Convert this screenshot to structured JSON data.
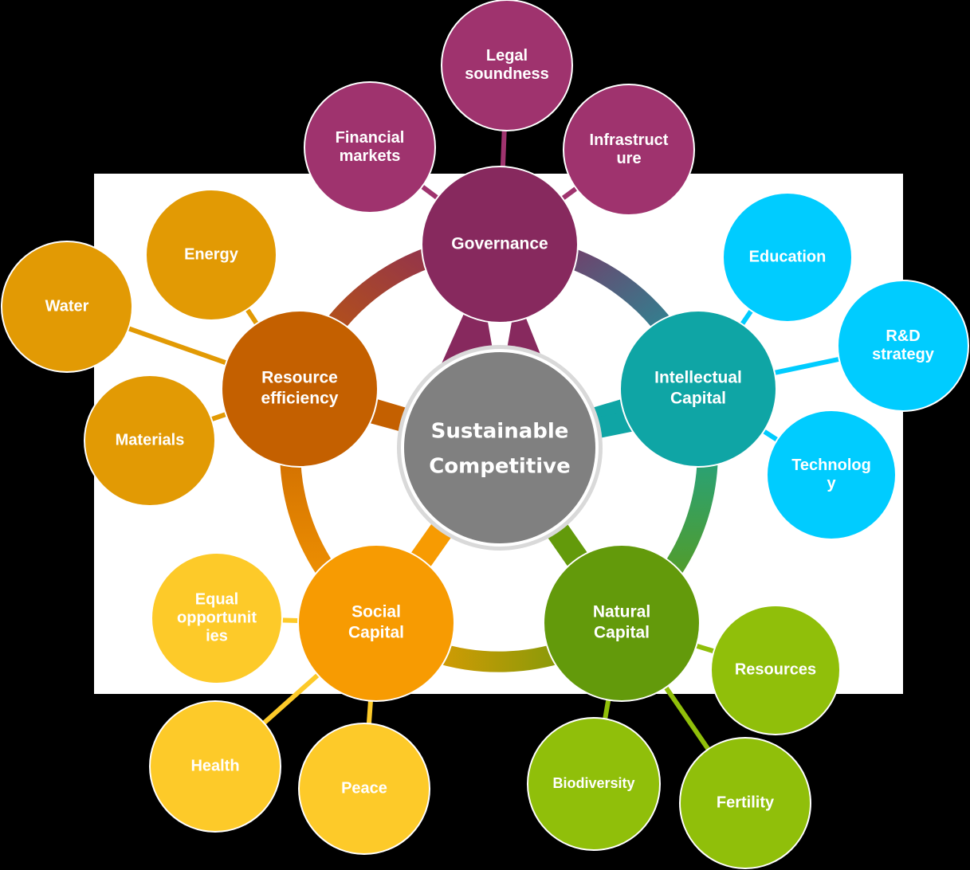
{
  "colors": {
    "background": "#000000",
    "panel": "#ffffff",
    "center": "#808080",
    "governance": "#87295E",
    "governance_leaf": "#9F336E",
    "intellectual": "#0FA5A5",
    "intellectual_leaf": "#00CCFF",
    "natural": "#639A0B",
    "natural_leaf": "#90BF0A",
    "social": "#F79B02",
    "social_leaf": "#FDCA29",
    "resource": "#C46000",
    "resource_leaf": "#E29A04"
  },
  "center": {
    "lines": [
      "Sustainable",
      "Competitive"
    ]
  },
  "hubs": [
    {
      "id": "governance",
      "lines": [
        "Governance"
      ]
    },
    {
      "id": "intellectual",
      "lines": [
        "Intellectual",
        "Capital"
      ]
    },
    {
      "id": "natural",
      "lines": [
        "Natural",
        "Capital"
      ]
    },
    {
      "id": "social",
      "lines": [
        "Social",
        "Capital"
      ]
    },
    {
      "id": "resource",
      "lines": [
        "Resource",
        "efficiency"
      ]
    }
  ],
  "leaves": [
    {
      "id": "legal",
      "hub": "governance",
      "lines": [
        "Legal",
        "soundness"
      ]
    },
    {
      "id": "financial",
      "hub": "governance",
      "lines": [
        "Financial",
        "markets"
      ]
    },
    {
      "id": "infrastructure",
      "hub": "governance",
      "lines": [
        "Infrastruct",
        "ure"
      ]
    },
    {
      "id": "education",
      "hub": "intellectual",
      "lines": [
        "Education"
      ]
    },
    {
      "id": "rd-strategy",
      "hub": "intellectual",
      "lines": [
        "R&D",
        "strategy"
      ]
    },
    {
      "id": "technology",
      "hub": "intellectual",
      "lines": [
        "Technolog",
        "y"
      ]
    },
    {
      "id": "resources",
      "hub": "natural",
      "lines": [
        "Resources"
      ]
    },
    {
      "id": "biodiversity",
      "hub": "natural",
      "lines": [
        "Biodiversity"
      ]
    },
    {
      "id": "fertility",
      "hub": "natural",
      "lines": [
        "Fertility"
      ]
    },
    {
      "id": "equal",
      "hub": "social",
      "lines": [
        "Equal",
        "opportunit",
        "ies"
      ]
    },
    {
      "id": "health",
      "hub": "social",
      "lines": [
        "Health"
      ]
    },
    {
      "id": "peace",
      "hub": "social",
      "lines": [
        "Peace"
      ]
    },
    {
      "id": "energy",
      "hub": "resource",
      "lines": [
        "Energy"
      ]
    },
    {
      "id": "water",
      "hub": "resource",
      "lines": [
        "Water"
      ]
    },
    {
      "id": "materials",
      "hub": "resource",
      "lines": [
        "Materials"
      ]
    }
  ]
}
